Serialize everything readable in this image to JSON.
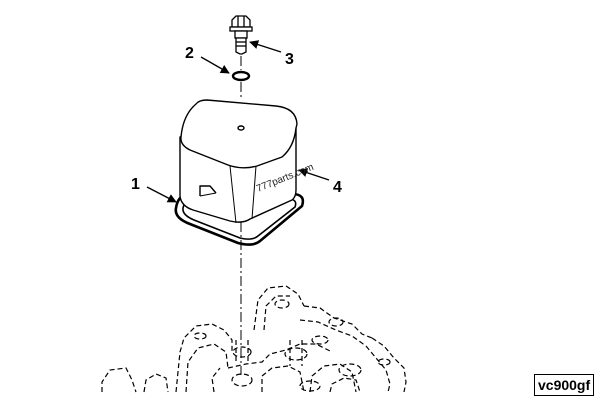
{
  "callouts": [
    {
      "number": "1",
      "part": "gasket"
    },
    {
      "number": "2",
      "part": "o-ring"
    },
    {
      "number": "3",
      "part": "capscrew"
    },
    {
      "number": "4",
      "part": "valve-cover"
    }
  ],
  "watermark": "777parts.com",
  "figure_code": "vc900gf"
}
